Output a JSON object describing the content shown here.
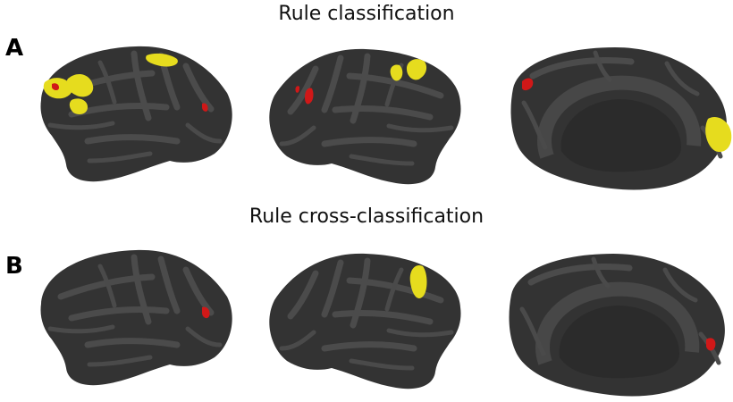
{
  "figure": {
    "rows": [
      {
        "letter": "A",
        "title": "Rule classification"
      },
      {
        "letter": "B",
        "title": "Rule cross-classification"
      }
    ],
    "views": [
      "lateral",
      "lateral",
      "medial"
    ],
    "colors": {
      "background": "#ffffff",
      "cortex": "#333333",
      "gyri": "#4b4b4b",
      "highlight_yellow": "#e6dc1e",
      "highlight_red": "#d01818"
    }
  }
}
